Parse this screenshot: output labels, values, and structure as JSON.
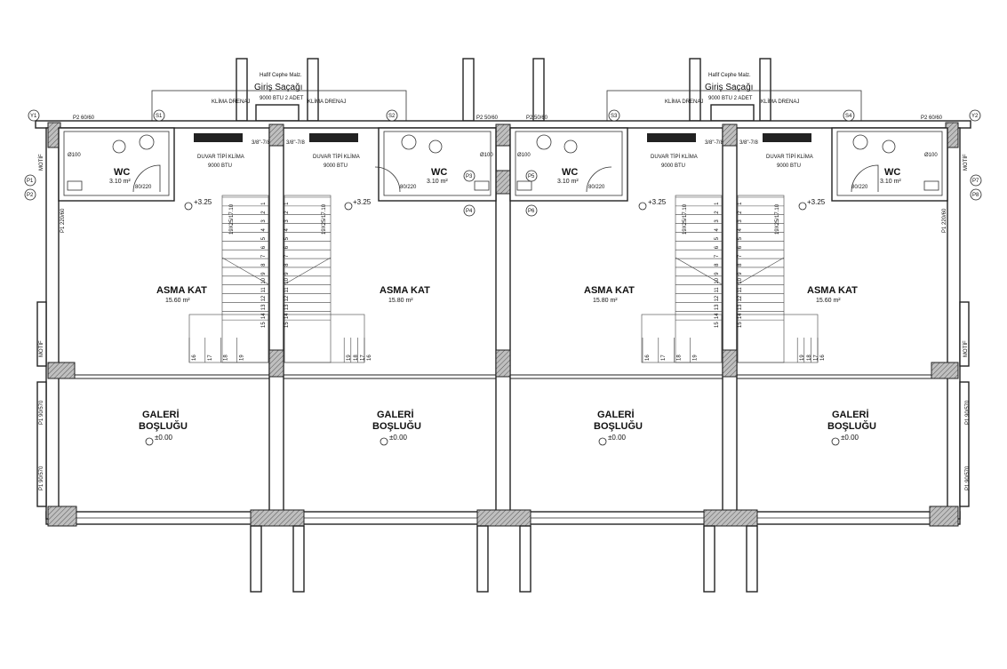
{
  "header": {
    "light_facade": "Hafif Cephe Malz.",
    "entrance_canopy": "Giriş Saçağı",
    "ac_outdoor": "9000 BTU 2 ADET",
    "ac_drain": "KLİMA DRENAJ"
  },
  "room_labels": {
    "mezzanine": "ASMA KAT",
    "gallery_line1": "GALERİ",
    "gallery_line2": "BOŞLUĞU",
    "wc": "WC",
    "wc_area": "3.10 m²",
    "door": "80/220",
    "level_upper": "+3.25",
    "level_ground": "±0.00",
    "ac_unit": "DUVAR TİPİ KLİMA",
    "ac_capacity": "9000 BTU",
    "pipe": "3/8\"-7/8",
    "drain_size": "Ø100",
    "motif": "MOTİF"
  },
  "units": [
    {
      "mezz_area": "15.60 m²"
    },
    {
      "mezz_area": "15.80 m²"
    },
    {
      "mezz_area": "15.80 m²"
    },
    {
      "mezz_area": "15.60 m²"
    }
  ],
  "markers": {
    "left": [
      "Y1",
      "P1",
      "P2"
    ],
    "right": [
      "Y2",
      "P7",
      "P8"
    ],
    "top": [
      "S1",
      "S2",
      "S3",
      "S4"
    ],
    "mid": [
      "P3",
      "P4",
      "P5",
      "P6"
    ]
  },
  "windows": {
    "w1": "P2 60/60",
    "w2": "P2 50/60",
    "w3": "P2 50/60",
    "w4": "P2 60/60",
    "side_upper": "P1 220/60",
    "side_lower1": "P1 90/570",
    "side_lower2": "P1 90/570"
  },
  "stairs": {
    "spec": "19X25/17.10",
    "steps_up": [
      "1",
      "2",
      "3",
      "4",
      "5",
      "6",
      "7",
      "8",
      "9",
      "10",
      "11",
      "12",
      "13",
      "14",
      "15"
    ],
    "steps_land": [
      "16",
      "17",
      "18",
      "19"
    ]
  }
}
